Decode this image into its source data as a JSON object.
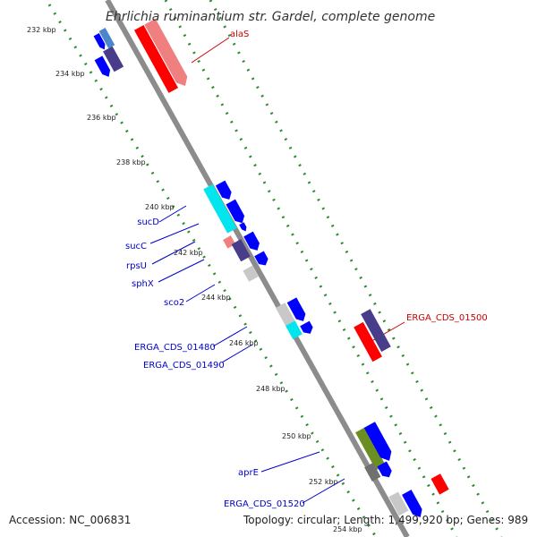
{
  "title": "Ehrlichia ruminantium str. Gardel, complete genome",
  "accession": "Accession: NC_006831",
  "summary": "Topology: circular; Length: 1,499,920 bp; Genes: 989",
  "ticks": [
    "232 kbp",
    "234 kbp",
    "236 kbp",
    "238 kbp",
    "240 kbp",
    "242 kbp",
    "244 kbp",
    "246 kbp",
    "248 kbp",
    "250 kbp",
    "252 kbp",
    "254 kbp"
  ],
  "gene_labels": {
    "alaS": "alaS",
    "sucD": "sucD",
    "sucC": "sucC",
    "rpsU": "rpsU",
    "sphX": "sphX",
    "sco2": "sco2",
    "cds1480": "ERGA_CDS_01480",
    "cds1490": "ERGA_CDS_01490",
    "cds1500": "ERGA_CDS_01500",
    "aprE": "aprE",
    "cds1520": "ERGA_CDS_01520"
  },
  "colors": {
    "backbone": "#8c8c8c",
    "tick_dots": "#2e8b2e",
    "label_blue": "#0000cc",
    "label_red": "#cc0000",
    "cds_blue": "#0000ff",
    "cds_navy": "#483d8b",
    "cds_cyan": "#00e5ee",
    "cds_gray": "#c8c8c8",
    "cds_olive": "#6b8e23",
    "rna_red": "#ff0000",
    "rna_pink": "#f08080"
  }
}
